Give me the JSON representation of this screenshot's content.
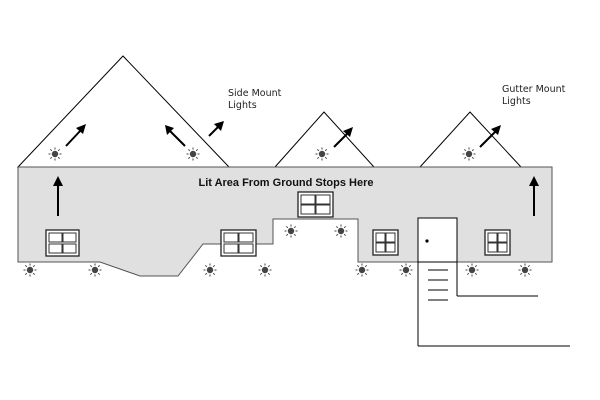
{
  "labels": {
    "side_mount": [
      "Side Mount",
      "Lights"
    ],
    "gutter_mount": [
      "Gutter Mount",
      "Lights"
    ],
    "lit_area": "Lit Area From Ground Stops Here"
  },
  "colors": {
    "lit_area_fill": "#e0e0e0",
    "line": "#000000",
    "light": "#444444"
  },
  "icons": {
    "light_fixture": "light-fixture-icon",
    "arrow": "arrow-icon"
  }
}
